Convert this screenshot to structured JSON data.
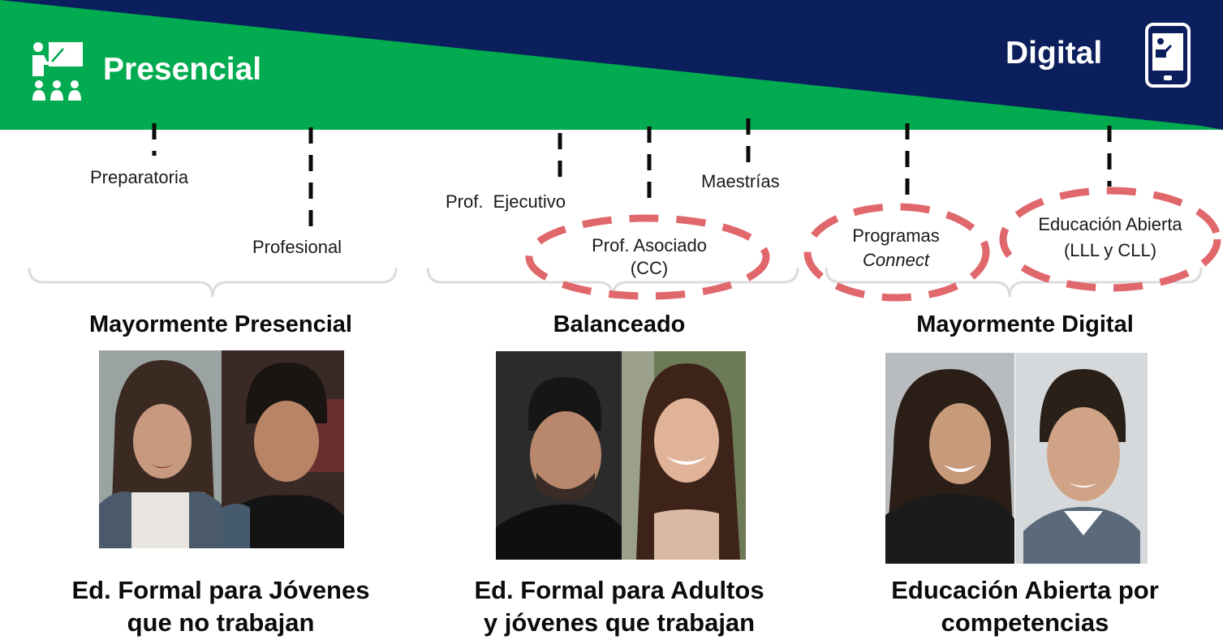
{
  "banner": {
    "left_label": "Presencial",
    "right_label": "Digital",
    "left_icon": "classroom-icon",
    "right_icon": "smartphone-teacher-icon",
    "colors": {
      "green": "#02ab50",
      "navy": "#0b1f5c",
      "oval": "#e0676b"
    }
  },
  "programs": {
    "preparatoria": "Preparatoria",
    "profesional": "Profesional",
    "prof_ejecutivo": "Prof.  Ejecutivo",
    "prof_asociado_1": "Prof. Asociado",
    "prof_asociado_2": "(CC)",
    "maestrias": "Maestrías",
    "programas_1": "Programas",
    "programas_2": "Connect",
    "educacion_1": "Educación Abierta",
    "educacion_2": "(LLL y CLL)"
  },
  "categories": [
    {
      "title": "Mayormente Presencial",
      "desc_1": "Ed. Formal para Jóvenes",
      "desc_2": "que no trabajan"
    },
    {
      "title": "Balanceado",
      "desc_1": "Ed. Formal para Adultos",
      "desc_2": "y jóvenes que trabajan"
    },
    {
      "title": "Mayormente Digital",
      "desc_1": "Educación Abierta por",
      "desc_2": "competencias"
    }
  ]
}
